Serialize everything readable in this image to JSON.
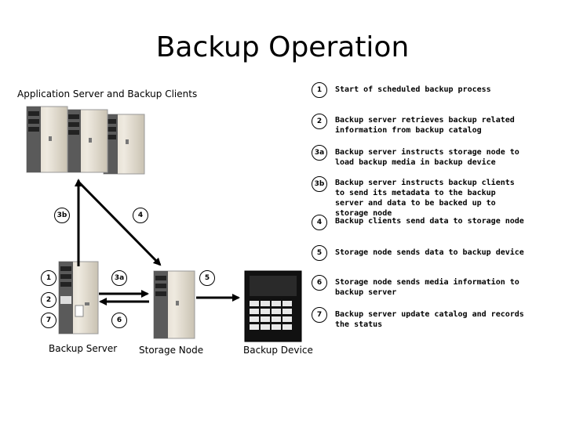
{
  "title": "Backup Operation",
  "clients_label": "Application Server and Backup Clients",
  "device_labels": {
    "backup_server": "Backup Server",
    "storage_node": "Storage Node",
    "backup_device": "Backup Device"
  },
  "diagram_markers": {
    "m3b": "3b",
    "m4": "4",
    "m1": "1",
    "m3a": "3a",
    "m5": "5",
    "m2": "2",
    "m7": "7",
    "m6": "6"
  },
  "steps": [
    {
      "num": "1",
      "text": "Start of scheduled  backup process"
    },
    {
      "num": "2",
      "text": "Backup server retrieves backup related information from backup catalog"
    },
    {
      "num": "3a",
      "text": "Backup server instructs storage node to load backup media in backup device"
    },
    {
      "num": "3b",
      "text": "Backup server instructs backup  clients to send its metadata to the backup server and data to be backed up to storage node"
    },
    {
      "num": "4",
      "text": "Backup clients send data to storage node"
    },
    {
      "num": "5",
      "text": "Storage node sends data to backup device"
    },
    {
      "num": "6",
      "text": "Storage node sends media information to backup server"
    },
    {
      "num": "7",
      "text": "Backup server update catalog and records the status"
    }
  ]
}
